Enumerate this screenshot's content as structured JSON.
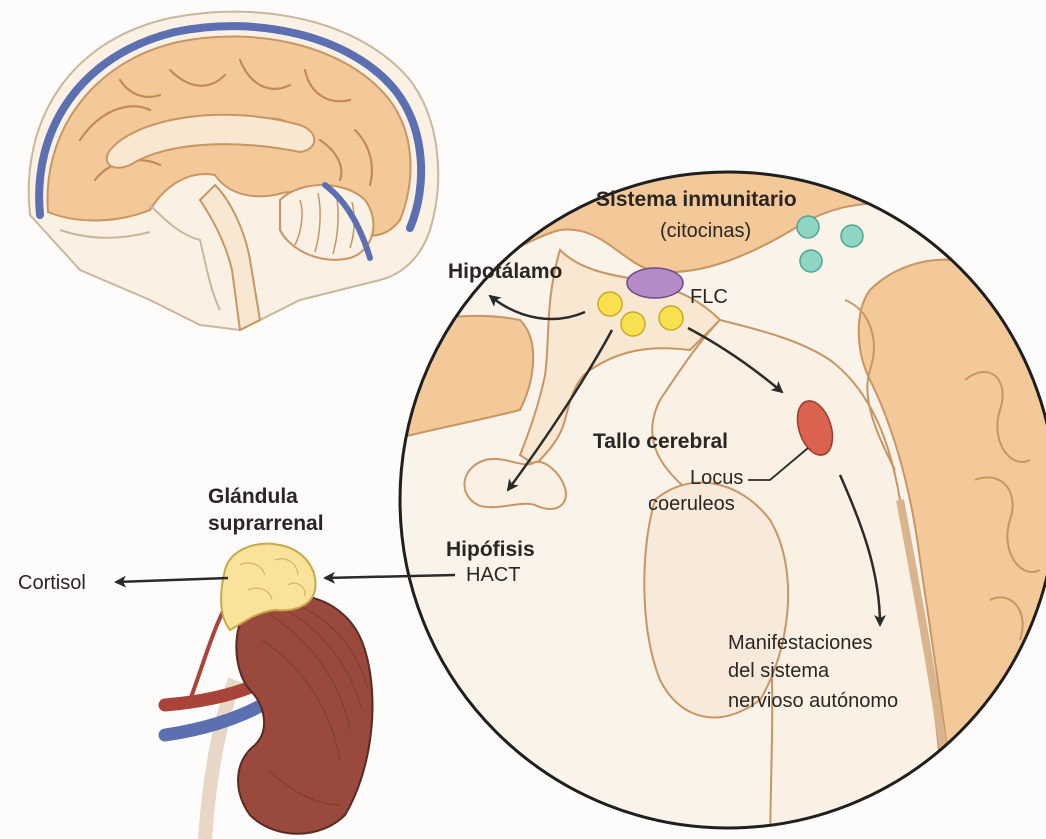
{
  "labels": {
    "sistema_inmunitario": "Sistema inmunitario",
    "citocinas": "(citocinas)",
    "hipotalamo": "Hipotálamo",
    "flc": "FLC",
    "tallo_cerebral": "Tallo cerebral",
    "locus_line1": "Locus",
    "locus_line2": "coeruleos",
    "hipofisis": "Hipófisis",
    "hact": "HACT",
    "glandula_line1": "Glándula",
    "glandula_line2": "suprarrenal",
    "cortisol": "Cortisol",
    "manifestaciones_line1": "Manifestaciones",
    "manifestaciones_line2": "del sistema",
    "manifestaciones_line3": "nervioso autónomo"
  },
  "colors": {
    "brain_tissue": "#f3c99a",
    "brain_light": "#f8e8d2",
    "meninges_blue": "#5c6fb0",
    "flc_purple": "#b38bc6",
    "neuron_yellow": "#f9e04f",
    "cytokine_green": "#8fd5c3",
    "locus_red": "#d9634f",
    "kidney": "#9a4a3c",
    "adrenal": "#f9e39a"
  }
}
